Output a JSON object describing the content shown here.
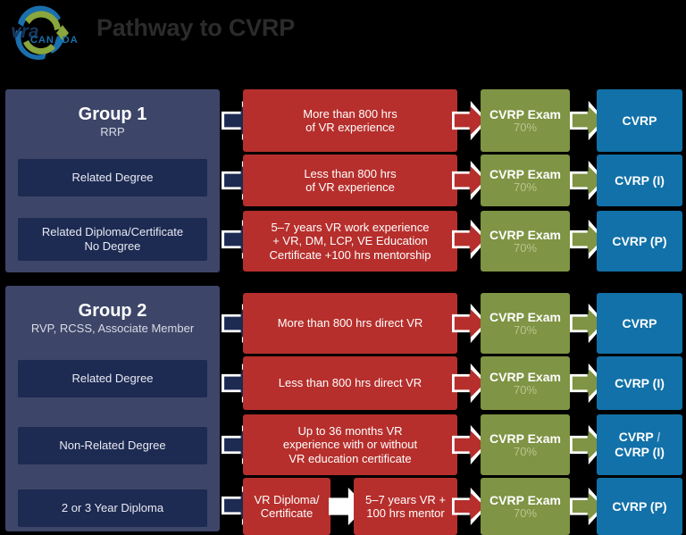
{
  "header": {
    "title": "Pathway to CVRP",
    "logo": {
      "name": "vra-canada-logo",
      "primary_text": "vra",
      "secondary_text": "CANADA",
      "blue": "#1a6fad",
      "green": "#8aa63c",
      "navy": "#17365d"
    }
  },
  "colors": {
    "background": "#000000",
    "panel": "#3d4668",
    "panel_box": "#1d2a52",
    "red": "#b62f2c",
    "green": "#7f9444",
    "blue": "#1271a8",
    "white": "#ffffff",
    "pct_text": "#b9c58e",
    "title_text": "#2b2b2b"
  },
  "groups": [
    {
      "id": "group-1",
      "title": "Group 1",
      "subtitle": "RRP",
      "boxes": [
        {
          "label": "Related Degree"
        },
        {
          "label": "Related Diploma/Certificate\nNo Degree"
        }
      ],
      "rows": [
        {
          "requirement": "More than 800 hrs\nof VR experience",
          "exam_label": "CVRP Exam",
          "exam_pct": "70%",
          "outcome": "CVRP"
        },
        {
          "requirement": "Less than 800 hrs\nof VR experience",
          "exam_label": "CVRP Exam",
          "exam_pct": "70%",
          "outcome": "CVRP (I)"
        },
        {
          "requirement": "5–7 years VR work experience\n+ VR, DM, LCP, VE Education\nCertificate +100 hrs mentorship",
          "exam_label": "CVRP Exam",
          "exam_pct": "70%",
          "outcome": "CVRP (P)"
        }
      ]
    },
    {
      "id": "group-2",
      "title": "Group 2",
      "subtitle": "RVP, RCSS, Associate Member",
      "boxes": [
        {
          "label": "Related Degree"
        },
        {
          "label": "Non-Related Degree"
        },
        {
          "label": "2 or 3 Year Diploma"
        }
      ],
      "rows": [
        {
          "requirement": "More than 800 hrs direct VR",
          "exam_label": "CVRP Exam",
          "exam_pct": "70%",
          "outcome": "CVRP"
        },
        {
          "requirement": "Less than 800 hrs direct VR",
          "exam_label": "CVRP Exam",
          "exam_pct": "70%",
          "outcome": "CVRP (I)"
        },
        {
          "requirement": "Up to 36 months VR\nexperience with or without\nVR education certificate",
          "exam_label": "CVRP Exam",
          "exam_pct": "70%",
          "outcome_line1": "CVRP",
          "outcome_slash": " / ",
          "outcome_line2": "CVRP (I)"
        },
        {
          "requirement_pre": "VR Diploma/\nCertificate",
          "requirement": "5–7 years VR +\n100 hrs mentor",
          "exam_label": "CVRP Exam",
          "exam_pct": "70%",
          "outcome": "CVRP (P)"
        }
      ]
    }
  ]
}
